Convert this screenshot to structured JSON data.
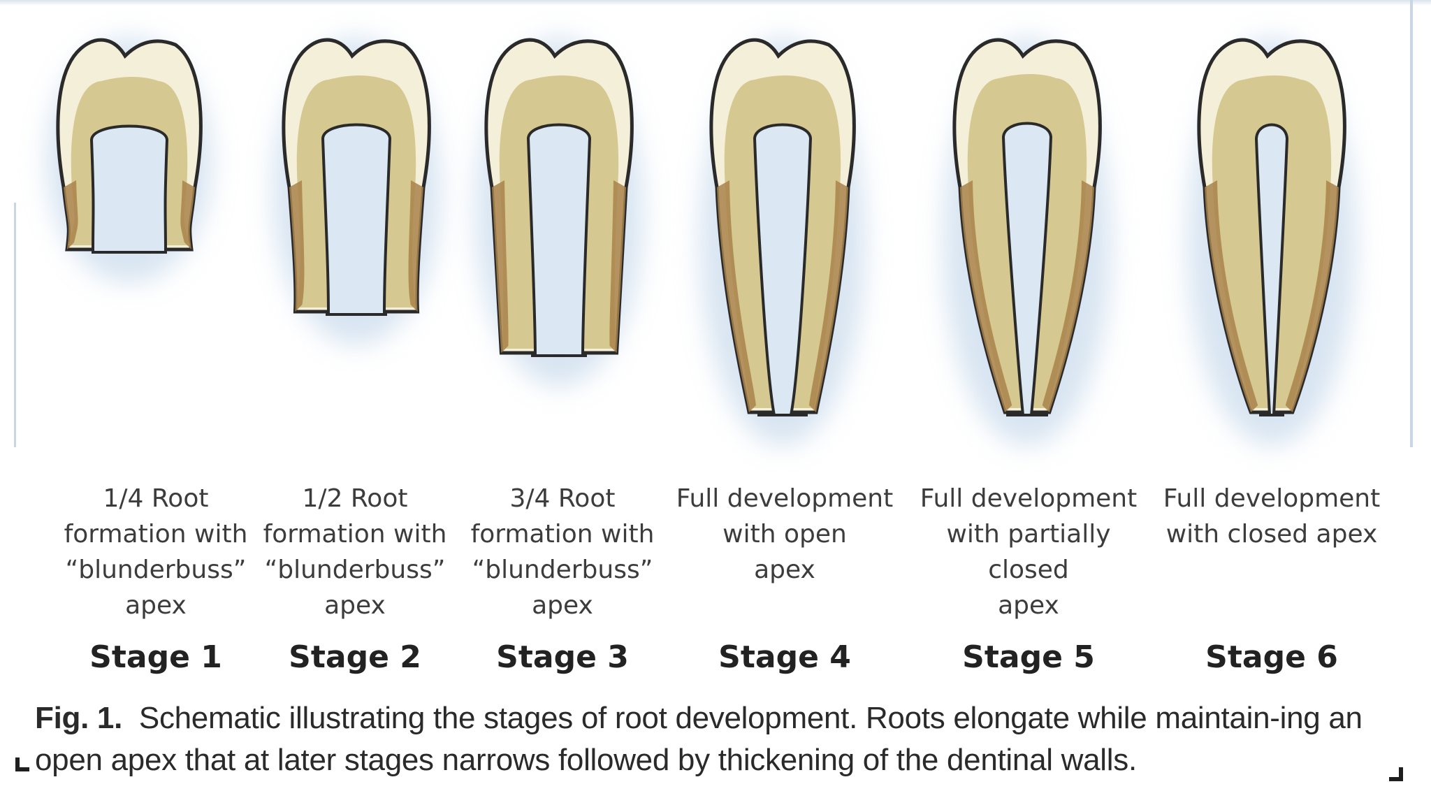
{
  "stages": [
    {
      "desc": "1/4 Root\nformation with\n“blunderbuss”\napex",
      "label": "Stage 1",
      "root_formation_fraction": 0.25
    },
    {
      "desc": "1/2 Root\nformation with\n“blunderbuss”\napex",
      "label": "Stage 2",
      "root_formation_fraction": 0.5
    },
    {
      "desc": "3/4 Root\nformation with\n“blunderbuss”\napex",
      "label": "Stage 3",
      "root_formation_fraction": 0.75
    },
    {
      "desc": "Full development\nwith open\napex",
      "label": "Stage 4",
      "root_formation_fraction": 1.0
    },
    {
      "desc": "Full development\nwith partially closed\napex",
      "label": "Stage 5",
      "root_formation_fraction": 1.0
    },
    {
      "desc": "Full development\nwith closed apex",
      "label": "Stage 6",
      "root_formation_fraction": 1.0
    }
  ],
  "caption": {
    "label": "Fig. 1.",
    "text": "Schematic illustrating the stages of root development. Roots elongate while maintain-ing an open apex that at later stages narrows followed by thickening of the dentinal walls."
  },
  "colors": {
    "enamel": "#f4efd9",
    "dentin": "#d6c891",
    "cementum": "#a8834a",
    "outline": "#2a2a2a",
    "pulp_glow": "#b8cfe6"
  }
}
